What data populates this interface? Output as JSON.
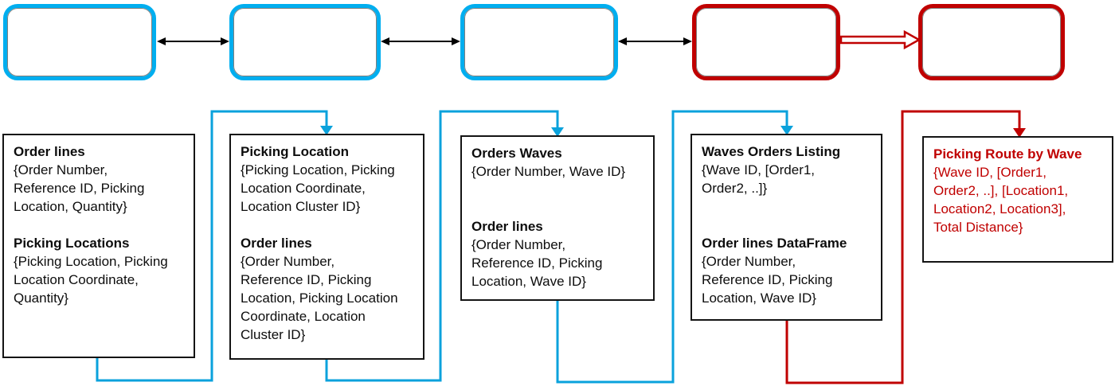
{
  "colors": {
    "background": "#FFFFFF",
    "stage_blue": "#00AEEF",
    "stage_red": "#C00000",
    "connector_blue": "#0AA2DC",
    "connector_red": "#C00000",
    "arrow_black": "#000000",
    "panel_bg": "#FFFFFF",
    "panel_text": "#0D0D0D",
    "panel_red_text": "#C00000"
  },
  "stages": [
    {
      "id": "stage-1",
      "label": "",
      "outline": "blue"
    },
    {
      "id": "stage-2",
      "label": "",
      "outline": "blue"
    },
    {
      "id": "stage-3",
      "label": "",
      "outline": "blue"
    },
    {
      "id": "stage-4",
      "label": "",
      "outline": "red"
    },
    {
      "id": "stage-5",
      "label": "",
      "outline": "red"
    }
  ],
  "stage_links": [
    {
      "from": "stage-1",
      "to": "stage-2",
      "style": "thin-black-double-headed-arrow"
    },
    {
      "from": "stage-2",
      "to": "stage-3",
      "style": "thin-black-double-headed-arrow"
    },
    {
      "from": "stage-3",
      "to": "stage-4",
      "style": "thin-black-double-headed-arrow"
    },
    {
      "from": "stage-4",
      "to": "stage-5",
      "style": "red-block-arrow-right"
    }
  ],
  "panel_links": [
    {
      "from": "panel-1",
      "to": "panel-2",
      "color": "blue",
      "style": "elbow-down-right-up-right-down-arrow"
    },
    {
      "from": "panel-2",
      "to": "panel-3",
      "color": "blue",
      "style": "elbow-down-right-up-right-down-arrow"
    },
    {
      "from": "panel-3",
      "to": "panel-4",
      "color": "blue",
      "style": "elbow-down-right-up-right-down-arrow"
    },
    {
      "from": "panel-4",
      "to": "panel-5",
      "color": "red",
      "style": "elbow-down-right-up-right-down-arrow"
    }
  ],
  "panels": [
    {
      "id": "panel-1",
      "text_color": "black",
      "lines": [
        {
          "t": "Order lines",
          "b": 1
        },
        {
          "t": "{Order Number,",
          "b": 0
        },
        {
          "t": "Reference ID, Picking",
          "b": 0
        },
        {
          "t": "Location, Quantity}",
          "b": 0
        },
        {
          "t": "",
          "b": 0
        },
        {
          "t": "Picking Locations",
          "b": 1
        },
        {
          "t": "{Picking Location, Picking",
          "b": 0
        },
        {
          "t": "Location Coordinate,",
          "b": 0
        },
        {
          "t": "Quantity}",
          "b": 0
        }
      ]
    },
    {
      "id": "panel-2",
      "text_color": "black",
      "lines": [
        {
          "t": "Picking Location",
          "b": 1
        },
        {
          "t": "{Picking Location, Picking",
          "b": 0
        },
        {
          "t": "Location Coordinate,",
          "b": 0
        },
        {
          "t": "Location Cluster ID}",
          "b": 0
        },
        {
          "t": "",
          "b": 0
        },
        {
          "t": "Order lines",
          "b": 1
        },
        {
          "t": "{Order Number,",
          "b": 0
        },
        {
          "t": "Reference ID, Picking",
          "b": 0
        },
        {
          "t": "Location, Picking Location",
          "b": 0
        },
        {
          "t": "Coordinate, Location",
          "b": 0
        },
        {
          "t": "Cluster ID}",
          "b": 0
        }
      ]
    },
    {
      "id": "panel-3",
      "text_color": "black",
      "lines": [
        {
          "t": "Orders Waves",
          "b": 1
        },
        {
          "t": "{Order Number, Wave ID}",
          "b": 0
        },
        {
          "t": "",
          "b": 0
        },
        {
          "t": "",
          "b": 0
        },
        {
          "t": "Order lines",
          "b": 1
        },
        {
          "t": "{Order Number,",
          "b": 0
        },
        {
          "t": "Reference ID, Picking",
          "b": 0
        },
        {
          "t": "Location, Wave ID}",
          "b": 0
        }
      ]
    },
    {
      "id": "panel-4",
      "text_color": "black",
      "lines": [
        {
          "t": "Waves Orders Listing",
          "b": 1
        },
        {
          "t": "{Wave ID, [Order1,",
          "b": 0
        },
        {
          "t": "Order2, ..]}",
          "b": 0
        },
        {
          "t": "",
          "b": 0
        },
        {
          "t": "",
          "b": 0
        },
        {
          "t": "Order lines DataFrame",
          "b": 1
        },
        {
          "t": "{Order Number,",
          "b": 0
        },
        {
          "t": "Reference ID, Picking",
          "b": 0
        },
        {
          "t": "Location, Wave ID}",
          "b": 0
        }
      ]
    },
    {
      "id": "panel-5",
      "text_color": "red",
      "lines": [
        {
          "t": "Picking Route by Wave",
          "b": 1
        },
        {
          "t": "{Wave ID, [Order1,",
          "b": 0
        },
        {
          "t": "Order2, ..], [Location1,",
          "b": 0
        },
        {
          "t": "Location2, Location3],",
          "b": 0
        },
        {
          "t": "Total Distance}",
          "b": 0
        }
      ]
    }
  ]
}
